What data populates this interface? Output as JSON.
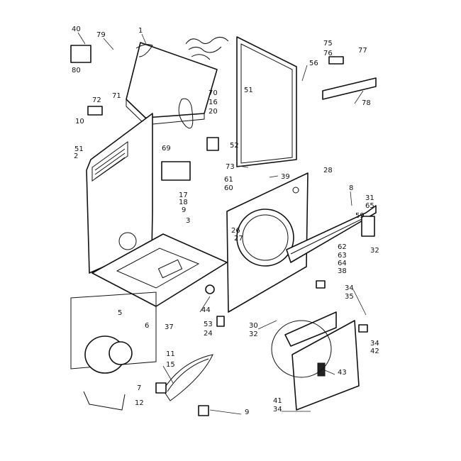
{
  "diagram": {
    "callouts": [
      "40",
      "79",
      "1",
      "80",
      "72",
      "71",
      "10",
      "51",
      "2",
      "70",
      "16",
      "20",
      "69",
      "17",
      "18",
      "9",
      "3",
      "61",
      "60",
      "52",
      "73",
      "39",
      "51",
      "56",
      "75",
      "76",
      "77",
      "78",
      "28",
      "8",
      "31",
      "65",
      "59",
      "32",
      "26",
      "27",
      "62",
      "63",
      "64",
      "38",
      "44",
      "34",
      "35",
      "34",
      "42",
      "30",
      "32",
      "43",
      "41",
      "34",
      "5",
      "37",
      "6",
      "11",
      "15",
      "7",
      "12",
      "9",
      "53",
      "24"
    ]
  }
}
